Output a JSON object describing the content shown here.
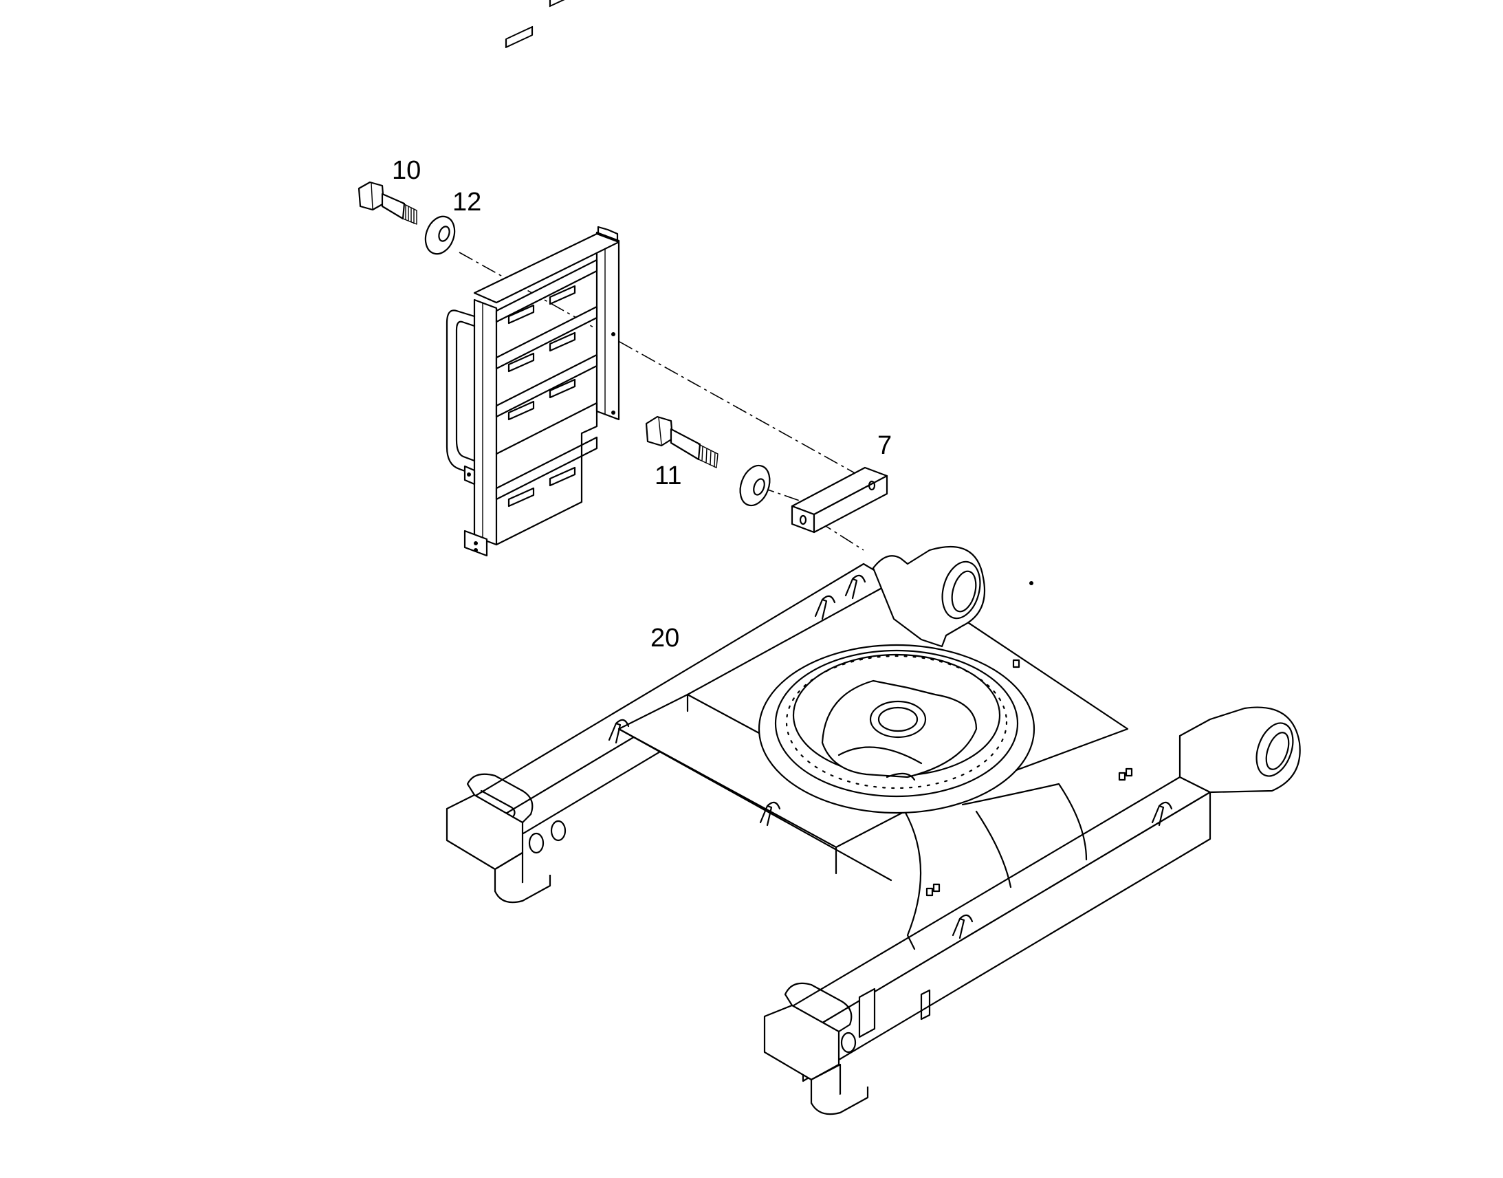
{
  "callouts": {
    "p10": "10",
    "p12": "12",
    "p11": "11",
    "p7": "7",
    "p20": "20"
  },
  "colors": {
    "line": "#000000",
    "background": "#ffffff"
  }
}
